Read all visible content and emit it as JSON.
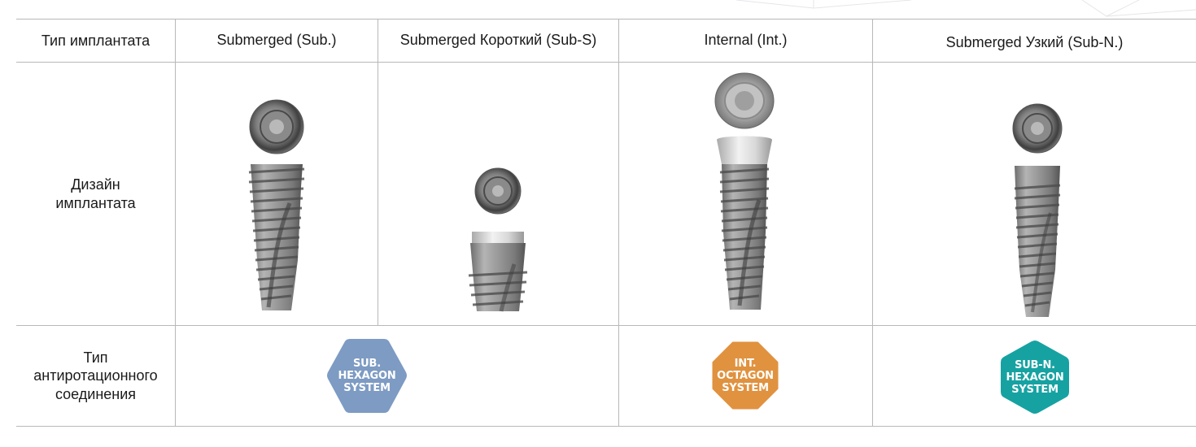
{
  "header": {
    "row_label": "Тип имплантата",
    "columns": [
      "Submerged (Sub.)",
      "Submerged Короткий (Sub-S)",
      "Internal (Int.)",
      "Submerged Узкий (Sub-N.)"
    ]
  },
  "design_row": {
    "label_line1": "Дизайн",
    "label_line2": "имплантата"
  },
  "connection_row": {
    "label_line1": "Тип",
    "label_line2": "антиротационного",
    "label_line3": "соединения",
    "badges": [
      {
        "line1": "SUB.",
        "line2": "HEXAGON",
        "line3": "SYSTEM",
        "color": "#7d9bc3",
        "icon": "hexagon"
      },
      {
        "line1": "INT.",
        "line2": "OCTAGON",
        "line3": "SYSTEM",
        "color": "#e0923f",
        "icon": "octagon"
      },
      {
        "line1": "SUB-N.",
        "line2": "HEXAGON",
        "line3": "SYSTEM",
        "color": "#17a2a2",
        "icon": "hexagon"
      }
    ]
  }
}
